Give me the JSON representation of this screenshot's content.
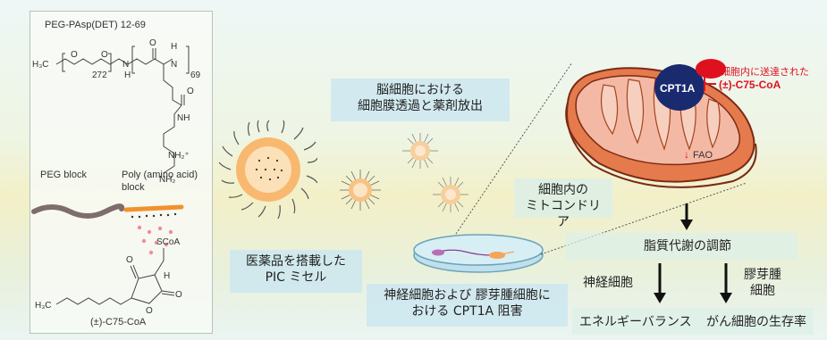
{
  "left_panel": {
    "title": "PEG-PAsp(DET) 12-69",
    "peg_block_label": "PEG block",
    "polyamino_label_1": "Poly (amino acid)",
    "polyamino_label_2": "block",
    "subscript_272": "272",
    "subscript_69": "69",
    "h3c_label": "H₃C",
    "scoa_label": "SCoA",
    "h3c_bottom_label": "H₃C",
    "compound_label": "(±)-C75-CoA",
    "atom_o": "O",
    "atom_h": "H",
    "atom_n": "N",
    "atom_nh": "NH",
    "atom_nh2": "NH₂⁺",
    "atom_nh2_end": "NH₂"
  },
  "labels": {
    "micelle": [
      "医薬品を搭載した",
      "PIC ミセル"
    ],
    "brain_cell": [
      "脳細胞における",
      "細胞膜透過と薬剤放出"
    ],
    "mitochondria": [
      "細胞内の",
      "ミトコンドリア"
    ],
    "cpt1a_inhibition": [
      "神経細胞および 膠芽腫細胞に",
      "おける CPT1A 阻害"
    ],
    "lipid_metabolism": "脂質代謝の調節",
    "neuron": "神経細胞",
    "glioblastoma": [
      "膠芽腫",
      "細胞"
    ],
    "energy_balance": "エネルギーバランス",
    "cancer_survival": "がん細胞の生存率",
    "cpt1a": "CPT1A",
    "delivered": "細胞内に送達された",
    "c75_coa": "(±)-C75-CoA",
    "fao": "FAO",
    "fao_arrow": "↓"
  },
  "colors": {
    "micelle_core": "#f5a24a",
    "peg_chain": "#7d6e6a",
    "polyamino_chain": "#f0922e",
    "mitochondria_outer": "#f0a48d",
    "cpt1a": "#1a2a6e",
    "red": "#e0111f"
  }
}
